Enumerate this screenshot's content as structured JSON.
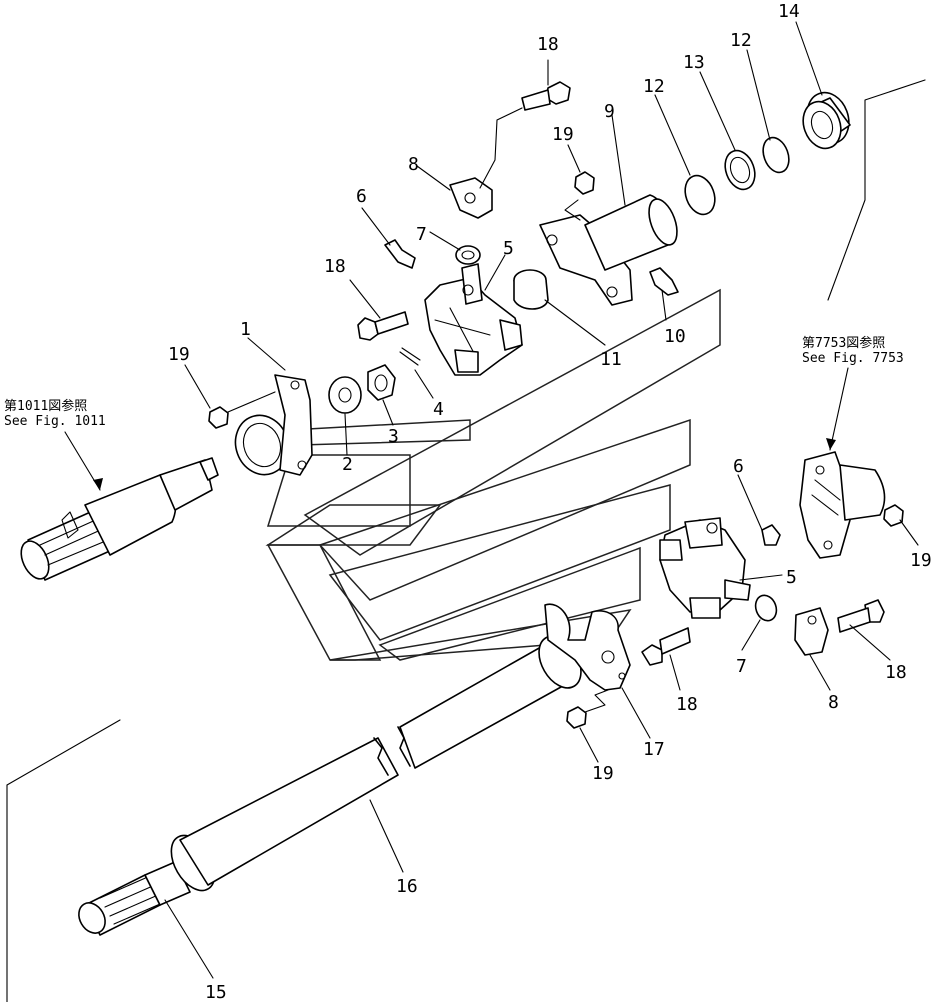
{
  "references": [
    {
      "jp": "第1011図参照",
      "en": "See Fig. 1011"
    },
    {
      "jp": "第7753図参照",
      "en": "See Fig. 7753"
    }
  ],
  "callouts": {
    "c1": "1",
    "c2": "2",
    "c3": "3",
    "c4": "4",
    "c5a": "5",
    "c5b": "5",
    "c6a": "6",
    "c6b": "6",
    "c7a": "7",
    "c7b": "7",
    "c8a": "8",
    "c8b": "8",
    "c9": "9",
    "c10": "10",
    "c11": "11",
    "c12a": "12",
    "c12b": "12",
    "c13": "13",
    "c14": "14",
    "c15": "15",
    "c16": "16",
    "c17": "17",
    "c18a": "18",
    "c18b": "18",
    "c18c": "18",
    "c18d": "18",
    "c19a": "19",
    "c19b": "19",
    "c19c": "19",
    "c19d": "19"
  }
}
